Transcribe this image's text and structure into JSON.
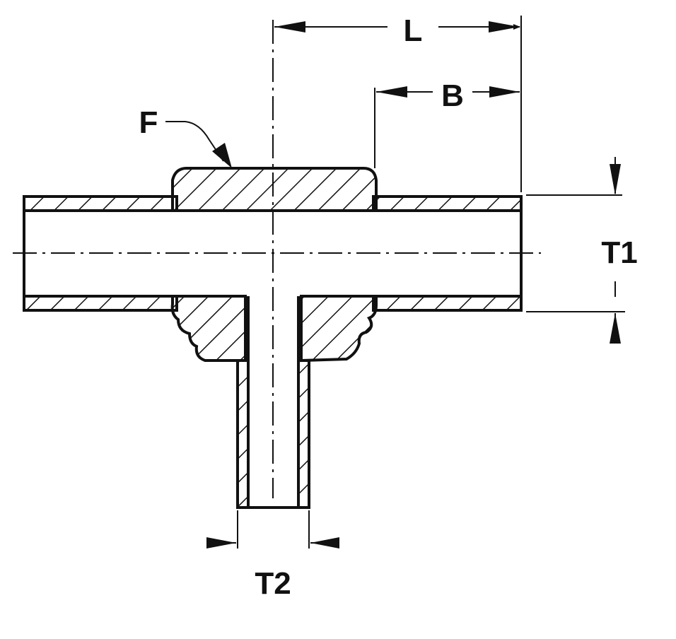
{
  "labels": {
    "length": "L",
    "branch_offset": "B",
    "flange": "F",
    "run_tube": "T1",
    "branch_tube": "T2"
  },
  "colors": {
    "ink": "#111111",
    "background": "#ffffff"
  }
}
